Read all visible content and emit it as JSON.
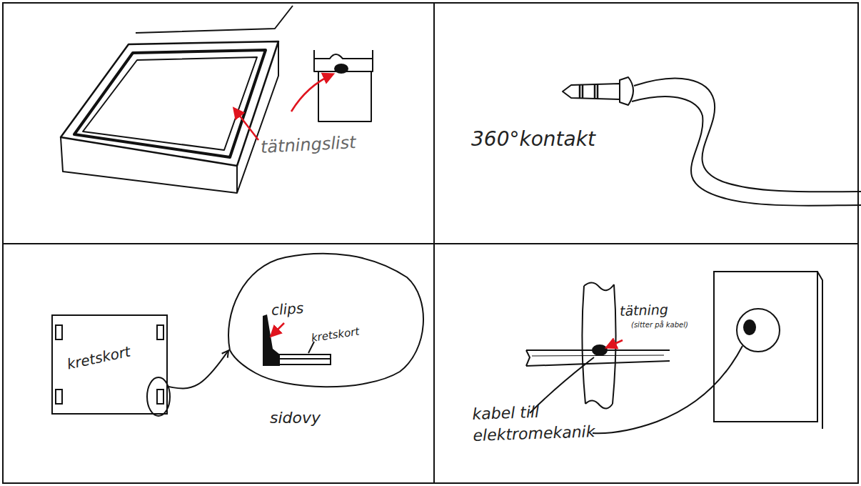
{
  "diagram": {
    "nodes": [
      {
        "text": [
          "kretskort"
        ]
      },
      {
        "text": [
          "clips",
          "kretskort",
          "sidovy"
        ]
      }
    ],
    "edges": [
      {
        "from": 0,
        "to": 1,
        "arrow": "to"
      }
    ],
    "labels": [
      "tätningslist",
      "360°kontakt",
      "tätning",
      "(sitter på kabel)",
      "kabel till elektromekanik"
    ]
  }
}
